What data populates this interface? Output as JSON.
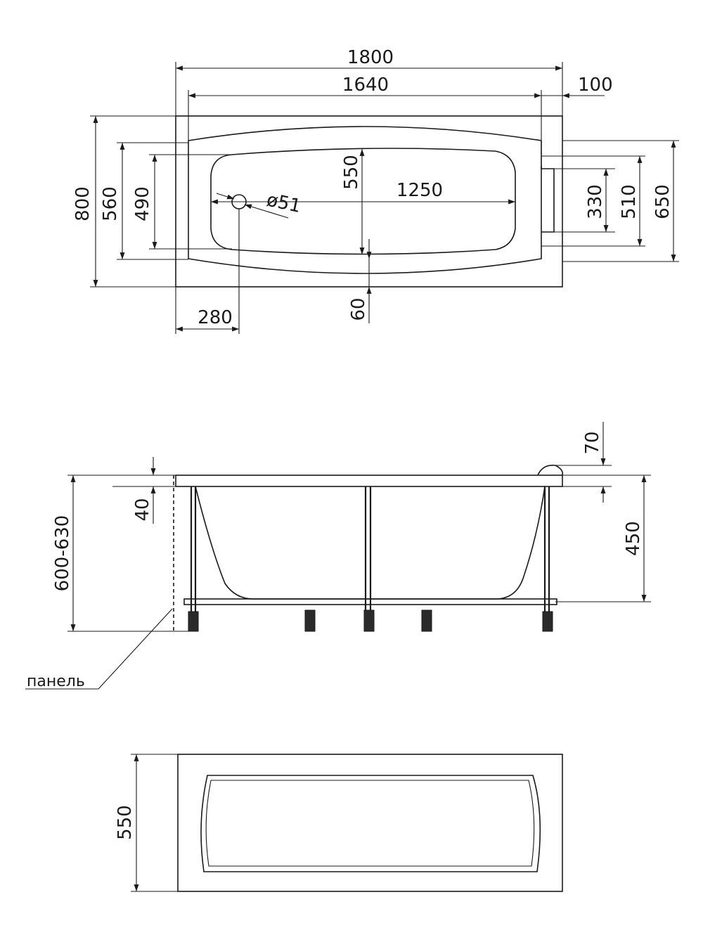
{
  "top_view": {
    "overall_length": "1800",
    "inner_length": "1640",
    "edge_width": "100",
    "overall_width": "800",
    "width_560": "560",
    "width_490": "490",
    "bowl_width": "550",
    "bowl_length": "1250",
    "drain_diameter": "ø51",
    "drain_offset": "280",
    "rim_60": "60",
    "width_330": "330",
    "width_510": "510",
    "width_650": "650"
  },
  "side_view": {
    "height_range": "600-630",
    "rim_40": "40",
    "headrest_70": "70",
    "depth_450": "450",
    "panel_label": "панель"
  },
  "front_view": {
    "panel_height": "550"
  }
}
